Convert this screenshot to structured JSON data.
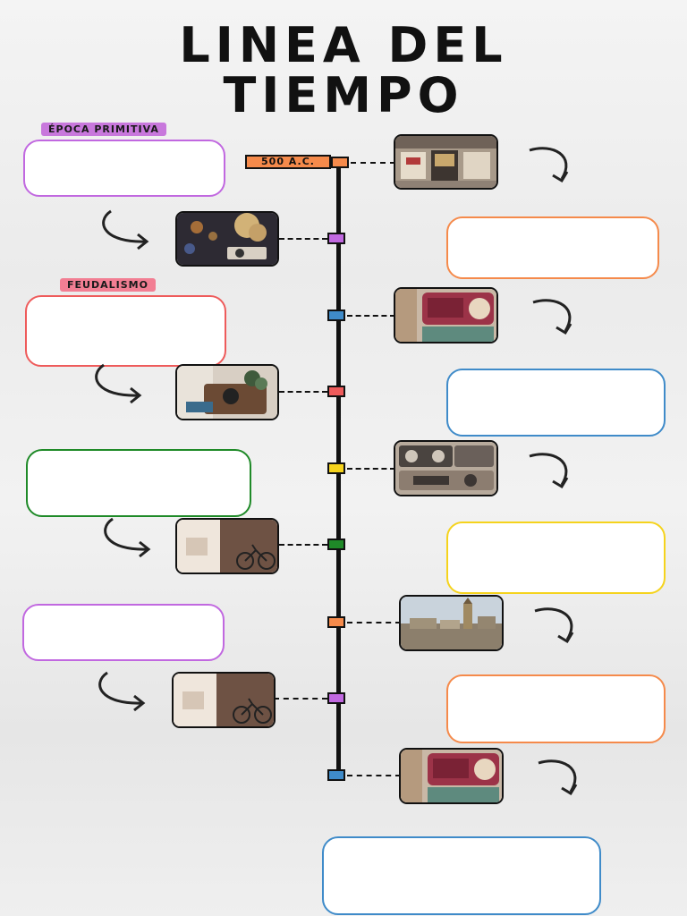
{
  "title": {
    "line1": "LINEA DEL",
    "line2": "TIEMPO"
  },
  "tags": {
    "epoch1": "ÉPOCA PRIMITIVA",
    "epoch2": "FEUDALISMO"
  },
  "first_date": "500 A.C.",
  "colors": {
    "purple": "#c168e0",
    "orange": "#f58a4b",
    "blue": "#3f8bc9",
    "red": "#ee5b5b",
    "yellow": "#f5d31c",
    "green": "#1f8a28",
    "tag_purple": "#c878dc",
    "tag_red": "#f27e93"
  },
  "nodes": [
    {
      "color": "orange",
      "side": "right",
      "content": "storefront-photo"
    },
    {
      "color": "purple",
      "side": "left",
      "content": "flowers-camera-photo"
    },
    {
      "color": "blue",
      "side": "right",
      "content": "radio-photo"
    },
    {
      "color": "red",
      "side": "left",
      "content": "vintage-camera-photo"
    },
    {
      "color": "yellow",
      "side": "right",
      "content": "cassette-player-photo"
    },
    {
      "color": "green",
      "side": "left",
      "content": "bicycle-street-photo"
    },
    {
      "color": "orange",
      "side": "right",
      "content": "city-skyline-photo"
    },
    {
      "color": "purple",
      "side": "left",
      "content": "bicycle-street-photo"
    },
    {
      "color": "blue",
      "side": "right",
      "content": "radio-photo"
    }
  ]
}
